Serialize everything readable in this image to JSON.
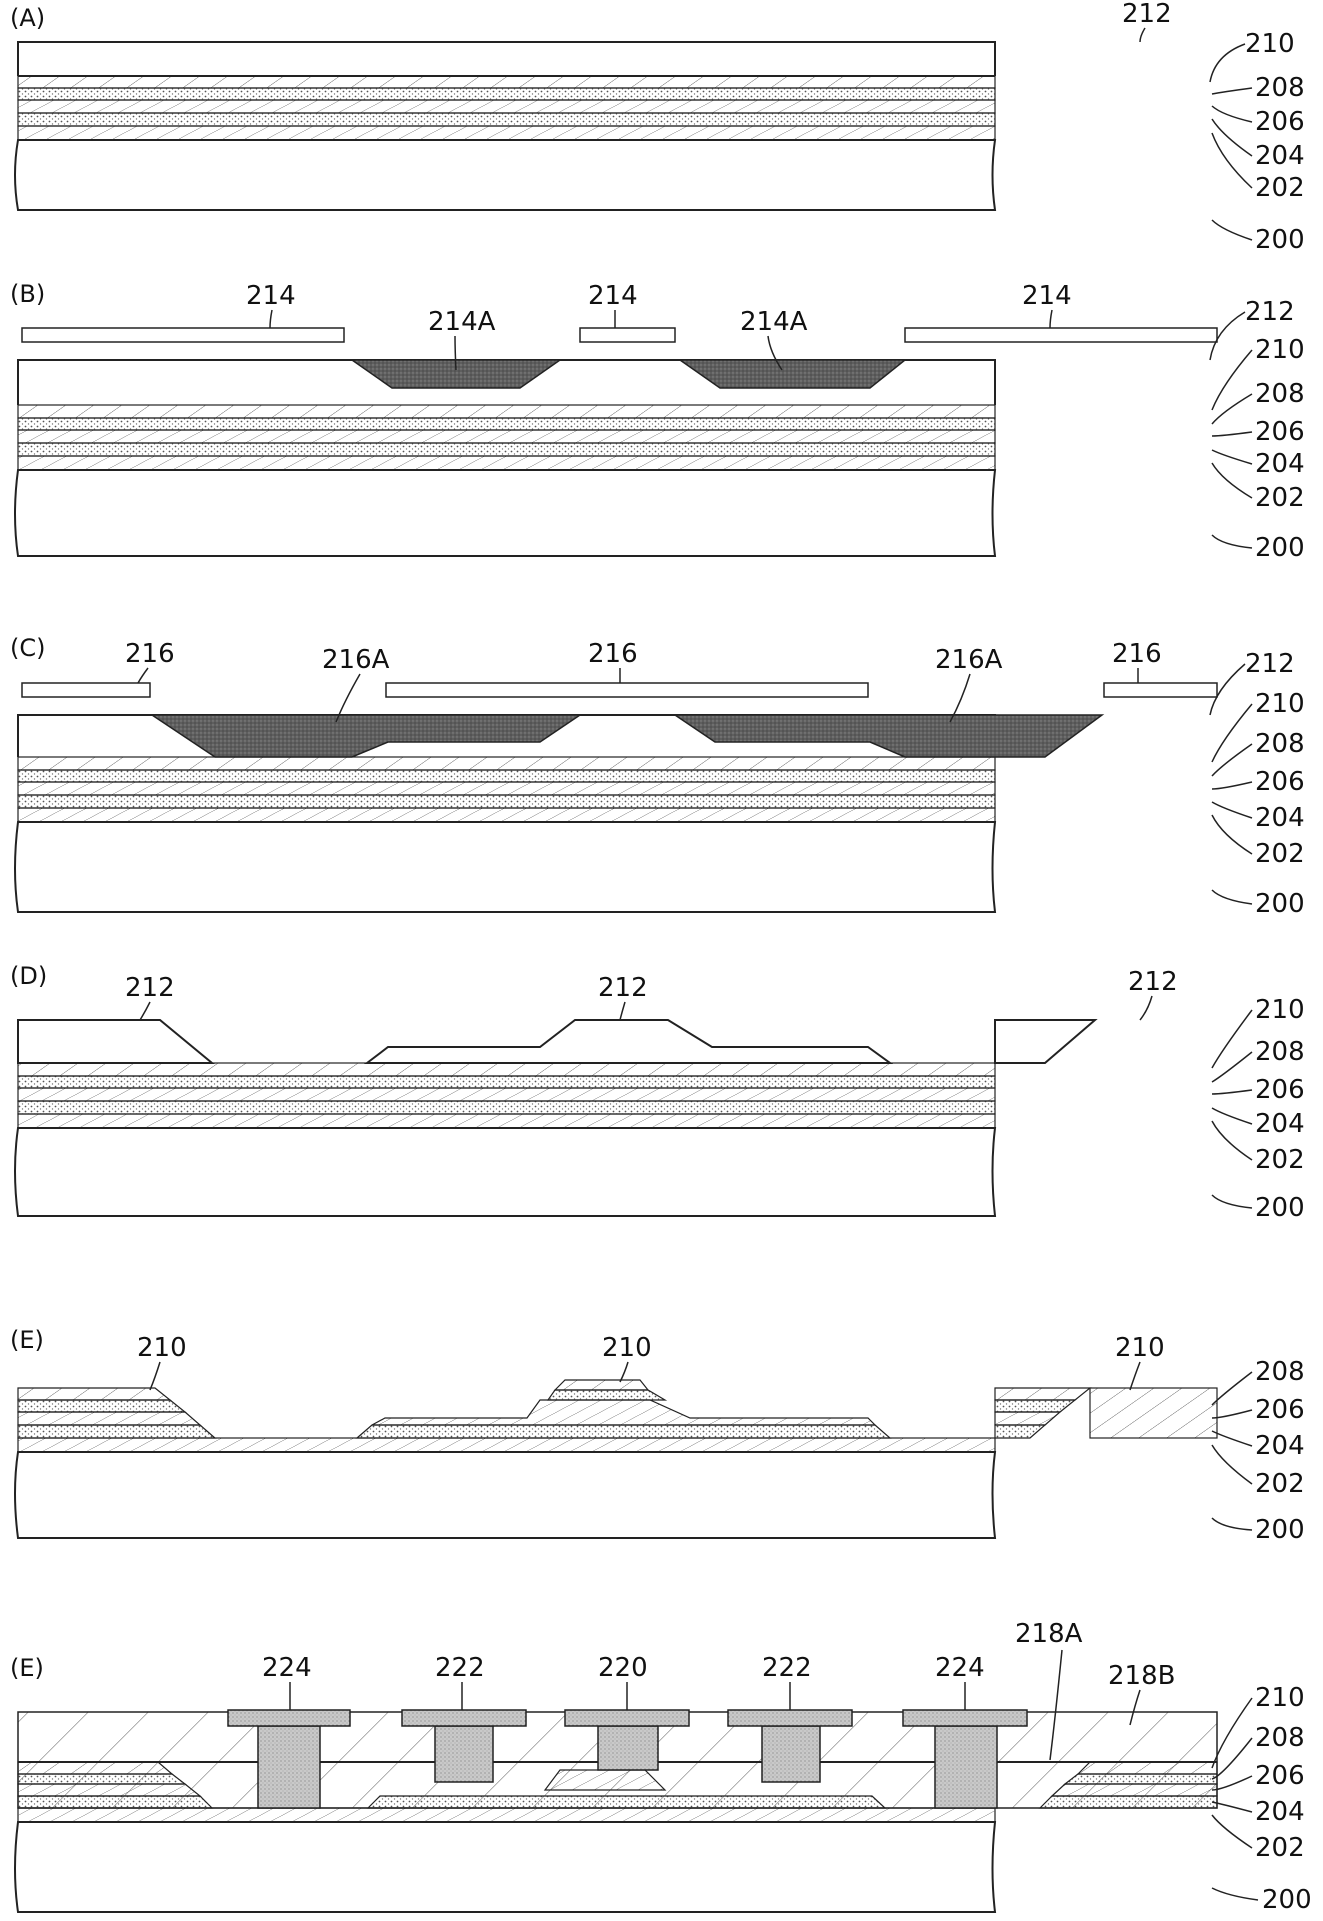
{
  "panels": [
    {
      "label": "(A)",
      "layer_labels": [
        "210",
        "208",
        "206",
        "204",
        "202",
        "200"
      ],
      "top_labels": [
        "212"
      ]
    },
    {
      "label": "(B)",
      "layer_labels": [
        "212",
        "210",
        "208",
        "206",
        "204",
        "202",
        "200"
      ],
      "top_labels": [
        "214",
        "214A",
        "214",
        "214A",
        "214"
      ]
    },
    {
      "label": "(C)",
      "layer_labels": [
        "212",
        "210",
        "208",
        "206",
        "204",
        "202",
        "200"
      ],
      "top_labels": [
        "216",
        "216A",
        "216",
        "216A",
        "216"
      ]
    },
    {
      "label": "(D)",
      "layer_labels": [
        "210",
        "208",
        "206",
        "204",
        "202",
        "200"
      ],
      "top_labels": [
        "212",
        "212",
        "212"
      ]
    },
    {
      "label": "(E)",
      "layer_labels": [
        "208",
        "206",
        "204",
        "202",
        "200"
      ],
      "top_labels": [
        "210",
        "210",
        "210"
      ]
    },
    {
      "label": "(E)",
      "layer_labels": [
        "210",
        "208",
        "206",
        "204",
        "202",
        "200"
      ],
      "top_labels": [
        "224",
        "222",
        "220",
        "222",
        "224",
        "218A",
        "218B"
      ]
    }
  ],
  "colors": {
    "line": "#222222",
    "resist_dark": "#6a6a6a",
    "stipple": "#8a8a8a",
    "electrode": "#bdbdbd"
  }
}
